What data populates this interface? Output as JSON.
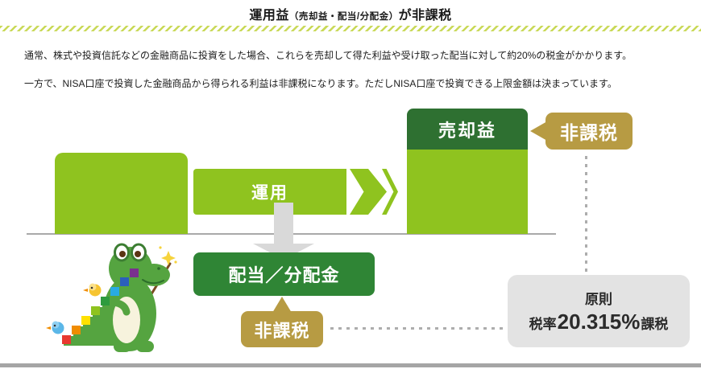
{
  "title": {
    "prefix": "運用益",
    "paren": "（売却益・配当/分配金）",
    "suffix": "が非課税"
  },
  "intro": {
    "paragraph1": "通常、株式や投資信託などの金融商品に投資をした場合、これらを売却して得た利益や受け取った配当に対して約20%の税金がかかります。",
    "paragraph2": "一方で、NISA口座で投資した金融商品から得られる利益は非課税になります。ただしNISA口座で投資できる上限金額は決まっています。"
  },
  "diagram": {
    "operation_arrow_label": "運用",
    "capital_gain_label": "売却益",
    "capital_gain_badge": "非課税",
    "dividend_label": "配当／分配金",
    "dividend_badge": "非課税",
    "tax_rule_box": {
      "line1": "原則",
      "line2_prefix": "税率",
      "rate": "20.315%",
      "line2_suffix": "課税"
    }
  },
  "colors": {
    "light_green": "#8fc31f",
    "dark_green": "#2e7031",
    "medium_green": "#2f8535",
    "gold": "#b79b43",
    "stripe_green": "#c9d957",
    "gray_box": "#e3e3e3",
    "gray_arrow": "#d9d9d9",
    "line_gray": "#a9a9a9"
  }
}
